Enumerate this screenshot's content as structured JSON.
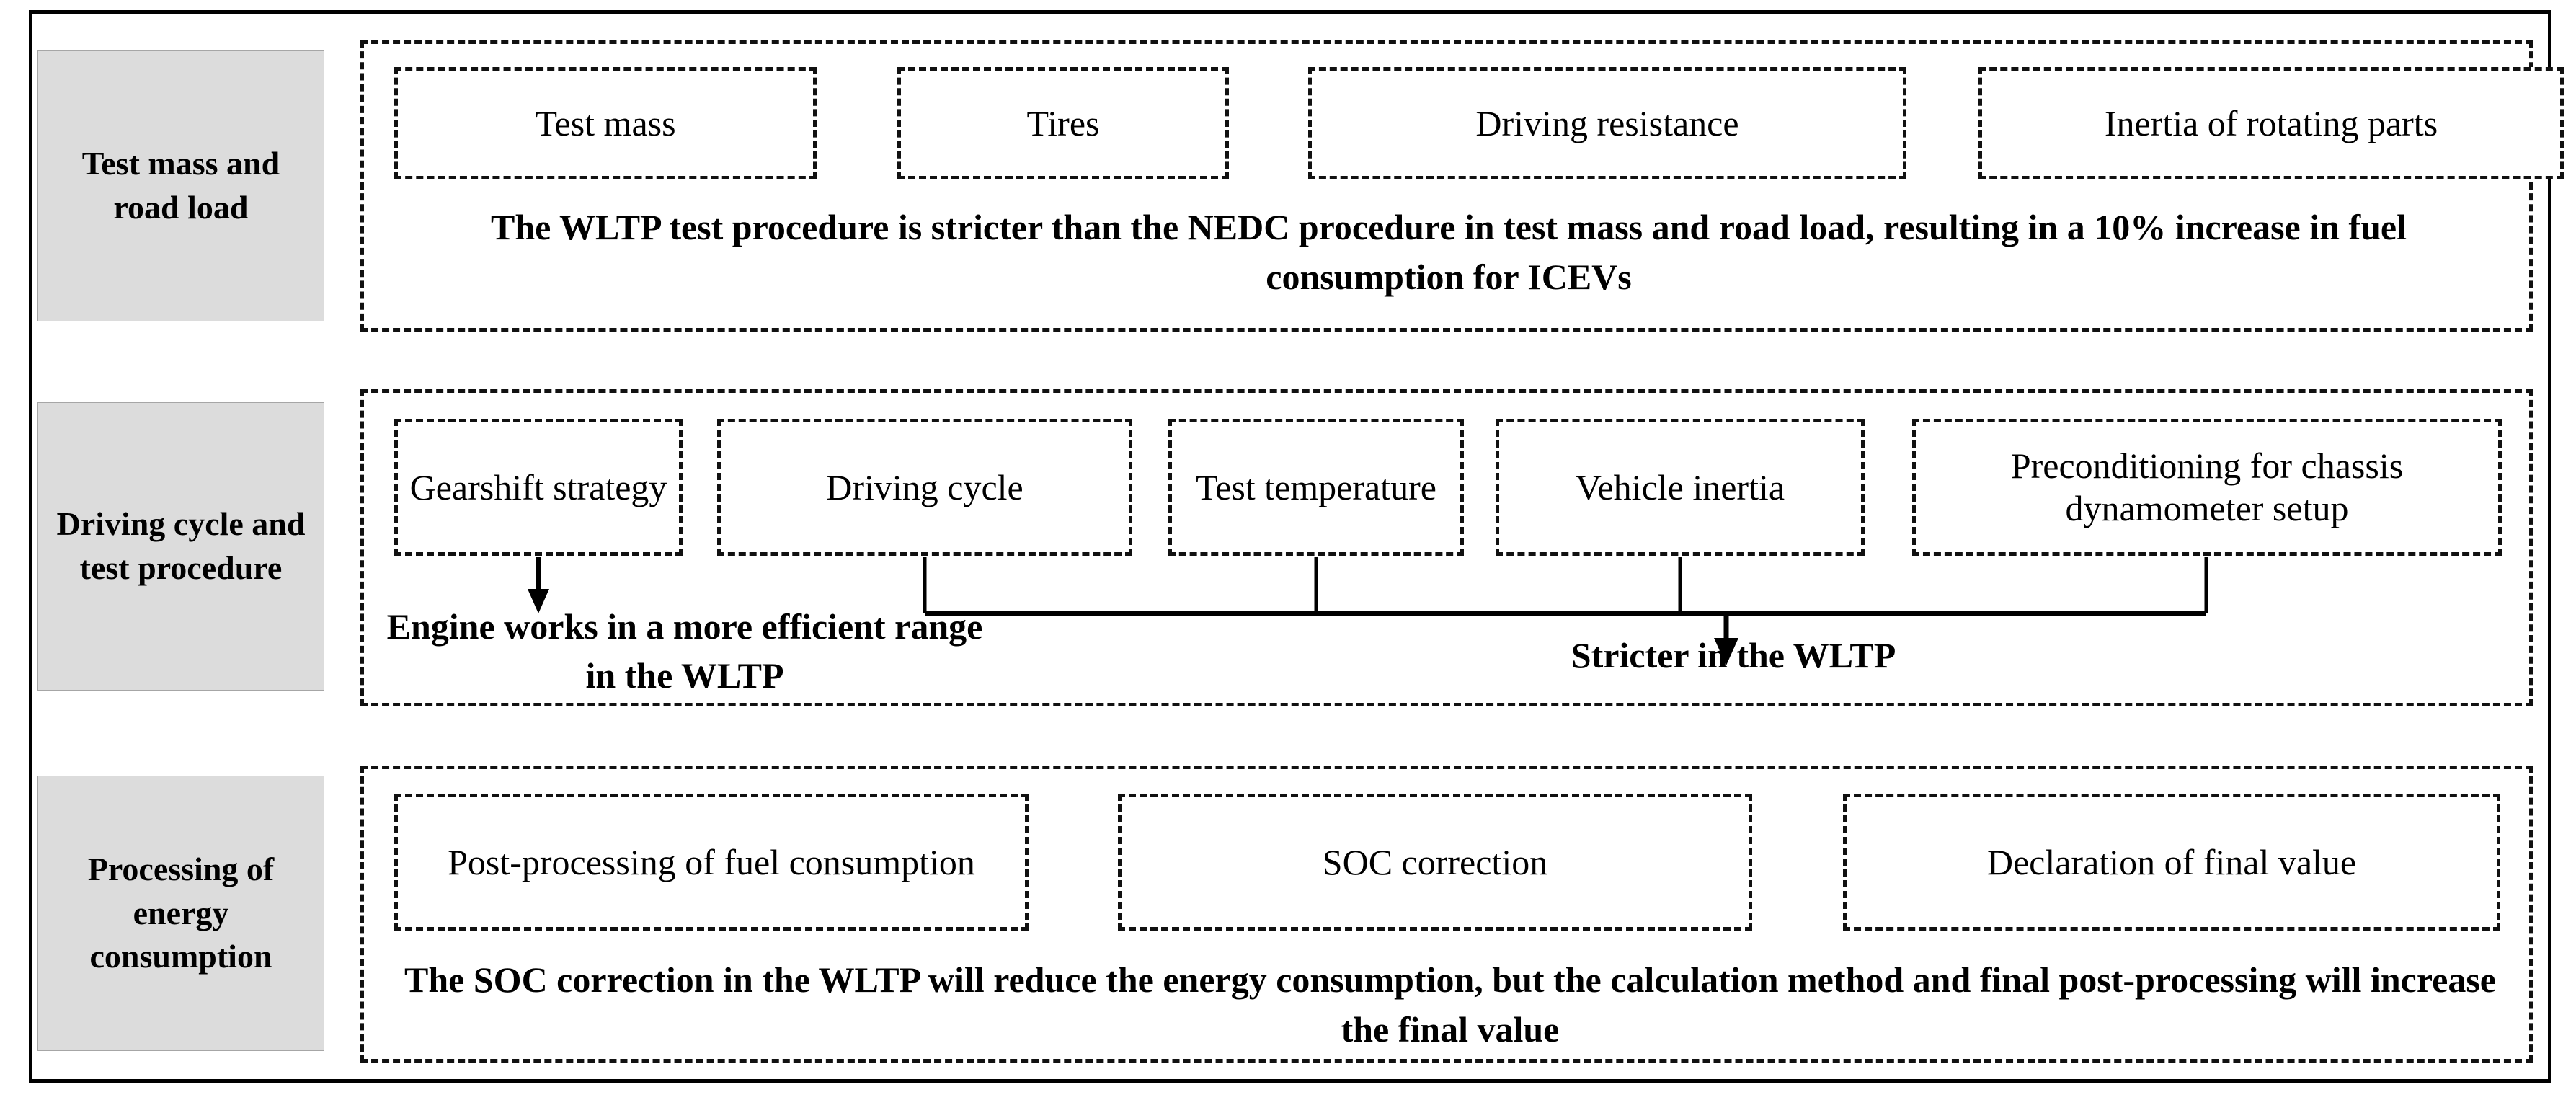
{
  "figure": {
    "title": "",
    "colors": {
      "label_fill": "#dcdcdc",
      "label_border": "#a6a6a6",
      "dash_stroke": "#111111",
      "frame": "#000000",
      "background": "#ffffff"
    }
  },
  "rows": [
    {
      "id": "test-mass-and-road-load",
      "label": "Test  mass and road load",
      "items": [
        {
          "label": "Test mass"
        },
        {
          "label": "Tires"
        },
        {
          "label": "Driving resistance"
        },
        {
          "label": "Inertia of rotating parts"
        }
      ],
      "statement": "The WLTP test procedure is stricter than the NEDC procedure in test mass and road load, resulting in a 10% increase in fuel consumption for ICEVs"
    },
    {
      "id": "driving-cycle-and-test-procedure",
      "label": "Driving cycle and test procedure",
      "items": [
        {
          "label": "Gearshift strategy"
        },
        {
          "label": "Driving cycle"
        },
        {
          "label": "Test temperature"
        },
        {
          "label": "Vehicle inertia"
        },
        {
          "label": "Preconditioning for chassis dynamometer setup"
        }
      ],
      "notes": [
        {
          "id": "note-left",
          "text": "Engine works in a more efficient range in the WLTP"
        },
        {
          "id": "note-right",
          "text": "Stricter in the WLTP"
        }
      ],
      "connectors": {
        "left_arrow_from": "Gearshift strategy",
        "merged_arrow_from": [
          "Driving cycle",
          "Test temperature",
          "Vehicle inertia",
          "Preconditioning for chassis dynamometer setup"
        ]
      }
    },
    {
      "id": "processing-of-energy-consumption",
      "label": "Processing of energy consumption",
      "items": [
        {
          "label": "Post-processing of fuel consumption"
        },
        {
          "label": "SOC correction"
        },
        {
          "label": "Declaration of final value"
        }
      ],
      "statement": "The SOC correction in the WLTP will reduce the energy consumption, but the calculation method and final post-processing will increase the final value"
    }
  ]
}
